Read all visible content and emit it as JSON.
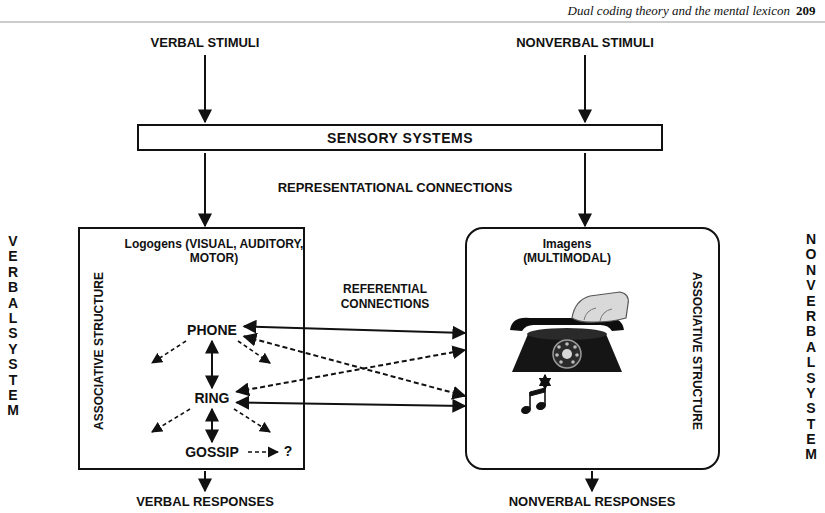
{
  "diagram": {
    "nodes": [
      {
        "text": [
          "SENSORY SYSTEMS"
        ]
      },
      {
        "text": [
          "Logogens (VISUAL, AUDITORY, MOTOR)",
          "ASSOCIATIVE STRUCTURE"
        ]
      },
      {
        "text": [
          "PHONE"
        ],
        "in": 1
      },
      {
        "text": [
          "RING"
        ],
        "in": 1
      },
      {
        "text": [
          "GOSSIP"
        ],
        "in": 1
      },
      {
        "text": [
          "Imagens (MULTIMODAL)",
          "ASSOCIATIVE STRUCTURE"
        ]
      }
    ],
    "edges": [
      {
        "from": 0,
        "to": 1,
        "arrow": "to"
      },
      {
        "from": 0,
        "to": 5,
        "arrow": "to"
      },
      {
        "from": 2,
        "to": 3,
        "arrow": "both"
      },
      {
        "from": 3,
        "to": 4,
        "arrow": "both"
      },
      {
        "from": 2,
        "to": 5,
        "arrow": "both"
      },
      {
        "from": 2,
        "to": 5,
        "arrow": "both"
      },
      {
        "from": 3,
        "to": 5,
        "arrow": "both"
      },
      {
        "from": 3,
        "to": 5,
        "arrow": "both"
      }
    ],
    "labels": [
      "Dual coding theory and the mental lexicon",
      "209",
      "VERBAL STIMULI",
      "NONVERBAL STIMULI",
      "REPRESENTATIONAL CONNECTIONS",
      "REFERENTIAL CONNECTIONS",
      "?",
      "VERBAL SYSTEM",
      "NONVERBAL SYSTEM",
      "VERBAL RESPONSES",
      "NONVERBAL RESPONSES"
    ]
  }
}
